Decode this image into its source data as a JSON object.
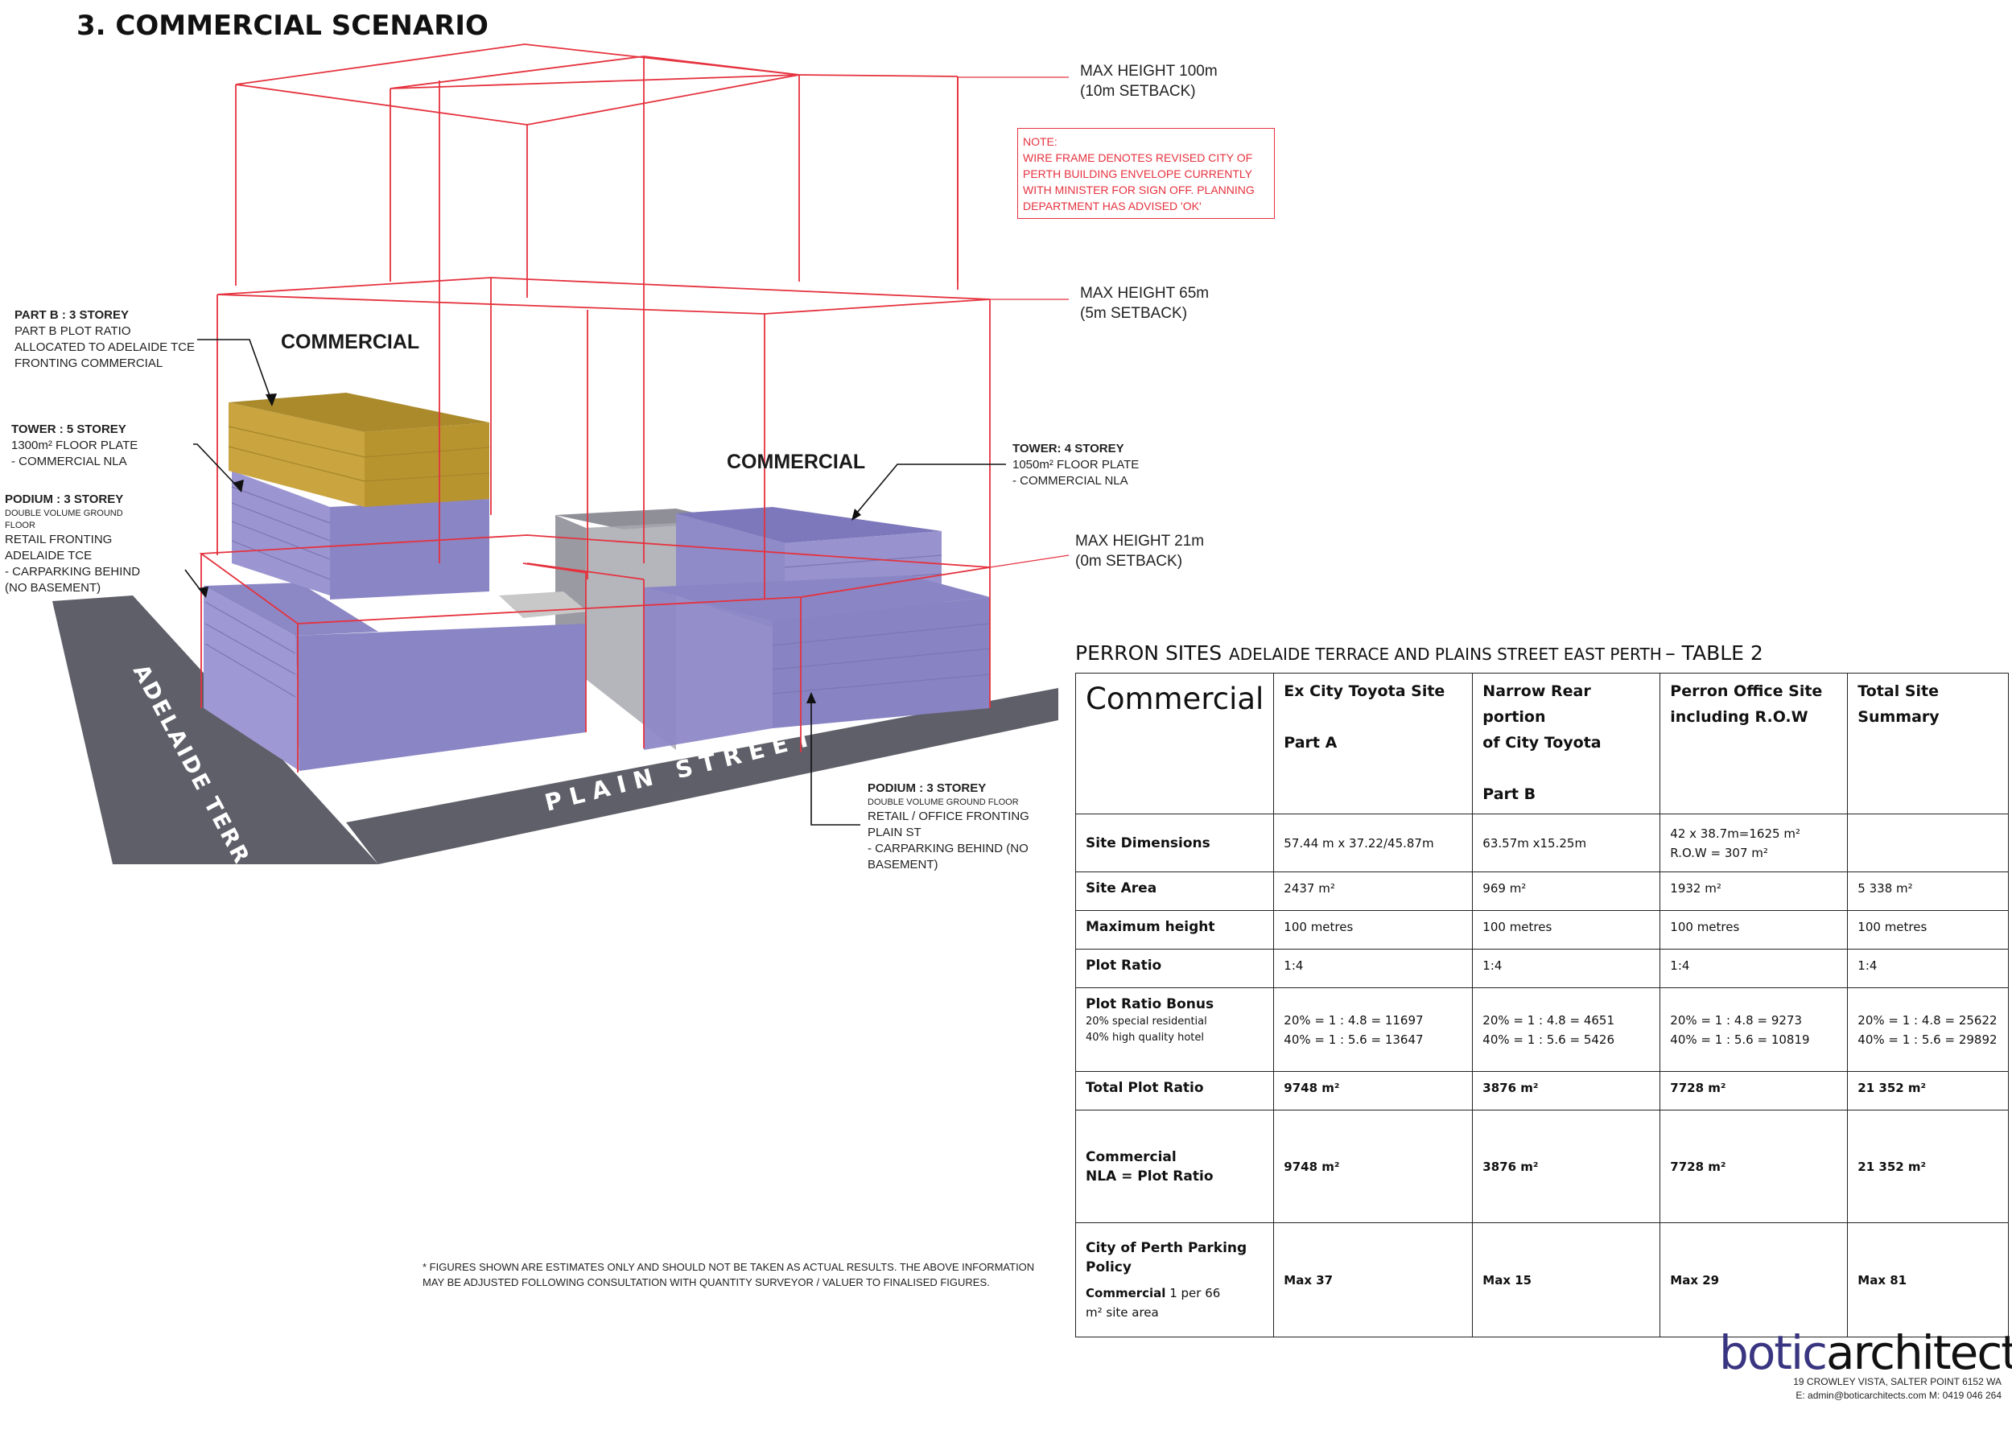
{
  "page_title": "3. COMMERCIAL SCENARIO",
  "diagram": {
    "roads": {
      "adelaide": "ADELAIDE TERRACE",
      "plain": "PLAIN STREET"
    },
    "massing_labels": {
      "left": "COMMERCIAL",
      "right": "COMMERCIAL"
    },
    "height_labels": {
      "h100": [
        "MAX HEIGHT 100m",
        "(10m SETBACK)"
      ],
      "h65": [
        "MAX HEIGHT 65m",
        "(5m SETBACK)"
      ],
      "h21": [
        "MAX HEIGHT 21m",
        "(0m SETBACK)"
      ]
    },
    "note": [
      "NOTE:",
      "WIRE FRAME DENOTES REVISED CITY OF",
      "PERTH BUILDING ENVELOPE CURRENTLY",
      "WITH MINISTER FOR SIGN OFF. PLANNING",
      "DEPARTMENT HAS ADVISED 'OK'"
    ],
    "callouts": {
      "part_b": {
        "heading": "PART B : 3 STOREY",
        "lines": [
          "PART B PLOT RATIO",
          "ALLOCATED TO ADELAIDE TCE",
          "FRONTING COMMERCIAL"
        ]
      },
      "tower5": {
        "heading": "TOWER : 5 STOREY",
        "lines": [
          "1300m² FLOOR PLATE",
          "- COMMERCIAL NLA"
        ]
      },
      "podium_left": {
        "heading": "PODIUM : 3 STOREY",
        "small": [
          "DOUBLE VOLUME GROUND",
          "FLOOR"
        ],
        "lines": [
          "RETAIL FRONTING",
          "ADELAIDE TCE",
          "- CARPARKING BEHIND",
          "(NO BASEMENT)"
        ]
      },
      "tower4": {
        "heading": "TOWER: 4 STOREY",
        "lines": [
          "1050m² FLOOR PLATE",
          "- COMMERCIAL NLA"
        ]
      },
      "podium_right": {
        "heading": "PODIUM : 3 STOREY",
        "small": [
          "DOUBLE VOLUME GROUND FLOOR"
        ],
        "lines": [
          "RETAIL / OFFICE FRONTING",
          "PLAIN ST",
          "- CARPARKING BEHIND (NO",
          "BASEMENT)"
        ]
      }
    },
    "colors": {
      "envelope": "#e5323e",
      "massing": "#8e89c8",
      "partb": "#c9a43f",
      "road": "#5f5f69"
    }
  },
  "table": {
    "title_main": "PERRON SITES",
    "title_sub": "ADELAIDE TERRACE AND PLAINS STREET EAST PERTH",
    "title_end": "– TABLE 2",
    "corner": "Commercial",
    "columns": [
      {
        "lines": [
          "Ex City Toyota Site",
          "",
          "Part A"
        ]
      },
      {
        "lines": [
          "Narrow Rear portion",
          "of City Toyota",
          "",
          "Part B"
        ]
      },
      {
        "lines": [
          "Perron Office Site",
          "including R.O.W"
        ]
      },
      {
        "lines": [
          "Total Site",
          "Summary"
        ]
      }
    ],
    "rows": {
      "site_dimensions": {
        "label": "Site Dimensions",
        "values": [
          [
            "57.44 m x 37.22/45.87m"
          ],
          [
            "63.57m x15.25m"
          ],
          [
            "42 x 38.7m=1625 m²",
            "R.O.W = 307 m²"
          ],
          [
            ""
          ]
        ]
      },
      "site_area": {
        "label": "Site Area",
        "values": [
          "2437 m²",
          "969 m²",
          "1932 m²",
          "5 338 m²"
        ]
      },
      "max_height": {
        "label": "Maximum height",
        "values": [
          "100 metres",
          "100 metres",
          "100 metres",
          "100 metres"
        ]
      },
      "plot_ratio": {
        "label": "Plot Ratio",
        "values": [
          "1:4",
          "1:4",
          "1:4",
          "1:4"
        ]
      },
      "plot_ratio_bonus": {
        "label": "Plot Ratio Bonus",
        "sub": [
          "20% special residential",
          "40% high quality hotel"
        ],
        "values": [
          [
            "20% = 1 : 4.8 = 11697",
            "40% = 1 : 5.6  = 13647"
          ],
          [
            "20% = 1 : 4.8 =   4651",
            "40% = 1 : 5.6 = 5426"
          ],
          [
            "20% = 1 : 4.8  = 9273",
            "40% = 1 : 5.6 = 10819"
          ],
          [
            "20% = 1 : 4.8 = 25622",
            "40% = 1 : 5.6  = 29892"
          ]
        ]
      },
      "total_plot_ratio": {
        "label": "Total Plot Ratio",
        "values": [
          "9748 m²",
          "3876 m²",
          "7728 m²",
          "21 352  m²"
        ]
      },
      "commercial_nla": {
        "label": [
          "Commercial",
          "NLA = Plot Ratio"
        ],
        "values": [
          "9748 m²",
          "3876 m²",
          "7728 m²",
          "21 352  m²"
        ]
      },
      "parking": {
        "label": [
          "City of Perth  Parking",
          "Policy"
        ],
        "sub_bold": "Commercial",
        "sub_rest": " 1 per 66",
        "sub_line2": "m² site area",
        "values": [
          "Max 37",
          "Max 15",
          "Max 29",
          "Max 81"
        ]
      }
    }
  },
  "footnote": [
    "* FIGURES SHOWN ARE ESTIMATES ONLY AND SHOULD NOT BE TAKEN AS ACTUAL RESULTS. THE ABOVE INFORMATION",
    "MAY BE ADJUSTED FOLLOWING CONSULTATION WITH QUANTITY SURVEYOR / VALUER TO FINALISED FIGURES."
  ],
  "logo": {
    "part1": "botic",
    "part2": "architects"
  },
  "address": {
    "line1": "19   CROWLEY   VISTA,   SALTER   POINT   6152   WA",
    "line2": "E: admin@boticarchitects.com   M: 0419 046 264"
  }
}
